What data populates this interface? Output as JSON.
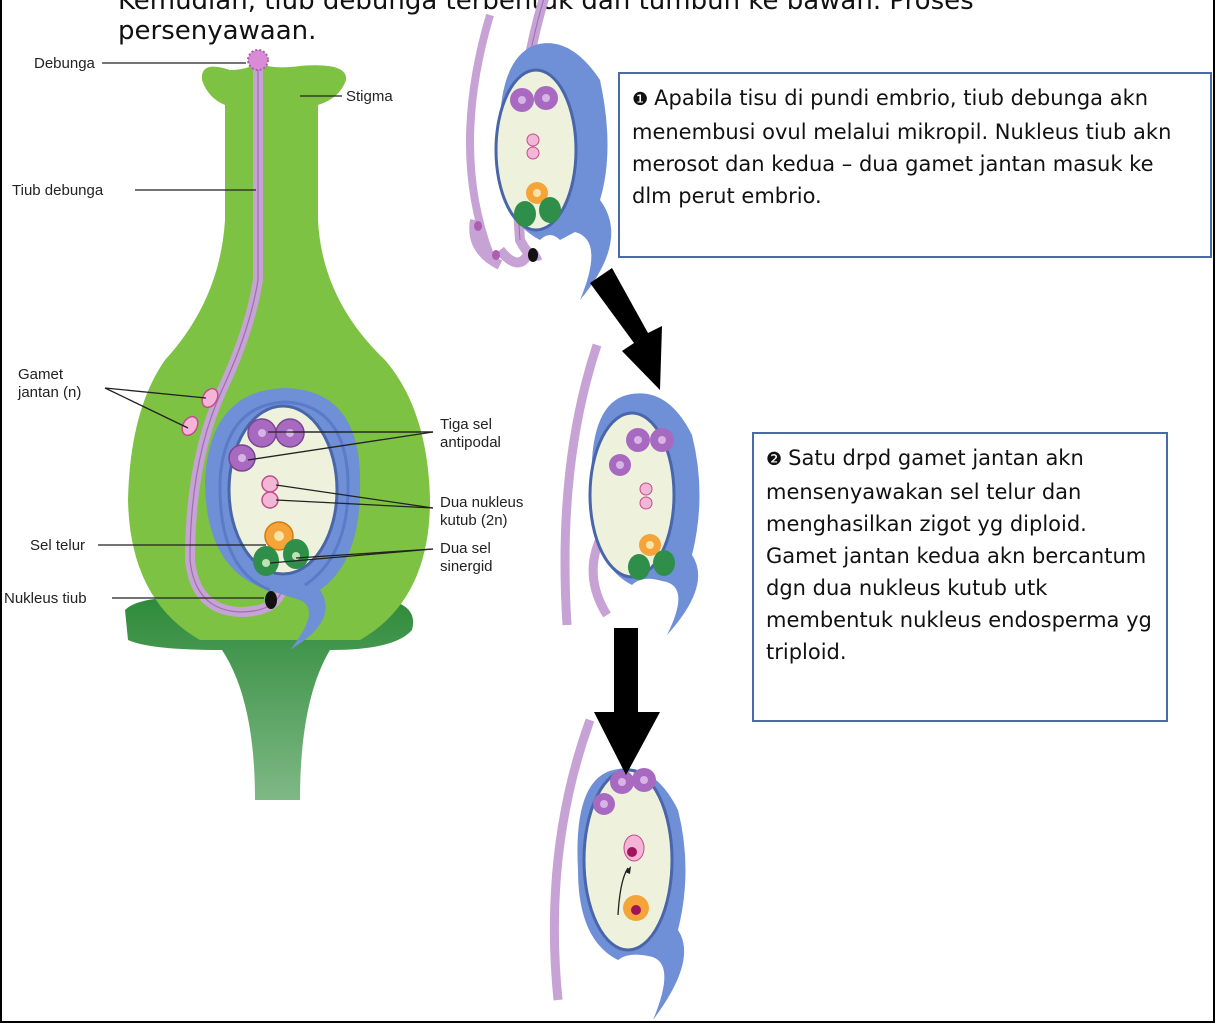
{
  "heading": {
    "line1": "Kemudian, tiub debunga terbentuk dan tumbuh ke bawah. Proses",
    "line2": "persenyawaan."
  },
  "labels": {
    "debunga": "Debunga",
    "stigma": "Stigma",
    "tiub_debunga": "Tiub debunga",
    "gamet_jantan_1": "Gamet",
    "gamet_jantan_2": "jantan (n)",
    "tiga_sel_1": "Tiga sel",
    "tiga_sel_2": "antipodal",
    "dua_nukleus_1": "Dua nukleus",
    "dua_nukleus_2": "kutub (2n)",
    "sel_telur": "Sel telur",
    "dua_sel_1": "Dua sel",
    "dua_sel_2": "sinergid",
    "nukleus_tiub": "Nukleus tiub"
  },
  "boxes": {
    "step1": {
      "marker": "❶",
      "text": "Apabila tisu di pundi embrio, tiub debunga akn menembusi ovul melalui mikropil. Nukleus tiub akn merosot dan kedua – dua gamet jantan masuk ke dlm perut embrio."
    },
    "step2": {
      "marker": "❷",
      "text": "Satu drpd gamet jantan akn mensenyawakan sel telur dan menghasilkan zigot yg diploid. Gamet jantan kedua akn bercantum dgn dua nukleus kutub utk membentuk nukleus endosperma yg triploid."
    }
  },
  "colors": {
    "pistil": "#7dc242",
    "pistil_dark": "#2e8b3a",
    "ovule_blue": "#6f8fd6",
    "sac": "#eef2dc",
    "tube": "#c7a2d4",
    "antipodal": "#a86ac0",
    "polar": "#f2b6d6",
    "egg": "#f5a43a",
    "synergid": "#2f8f4a",
    "box_border": "#4a6aa8"
  }
}
